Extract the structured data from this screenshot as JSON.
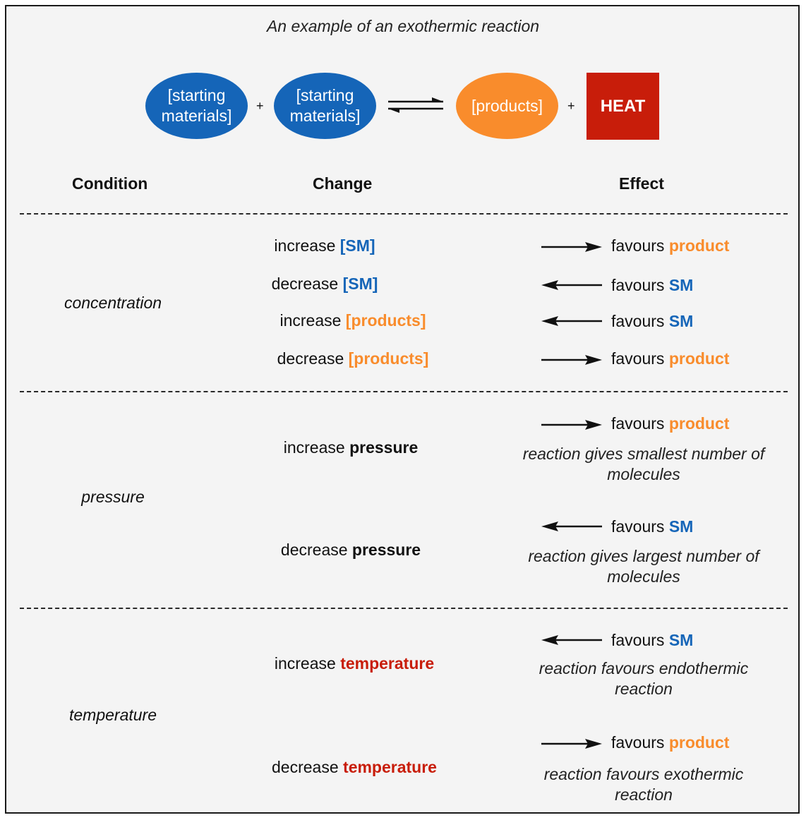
{
  "title": "An example of an exothermic reaction",
  "equation": {
    "reactant1": "[starting materials]",
    "reactant2": "[starting materials]",
    "plus": "+",
    "product": "[products]",
    "heat": "HEAT"
  },
  "headers": {
    "condition": "Condition",
    "change": "Change",
    "effect": "Effect"
  },
  "colors": {
    "sm": "#1565b8",
    "product": "#f98c2c",
    "heat": "#c81d0a",
    "background": "#f4f4f4"
  },
  "sections": [
    {
      "condition": "concentration",
      "rows": [
        {
          "verb": "increase",
          "target": "[SM]",
          "arrow": "right",
          "favours": "favours",
          "result": "product"
        },
        {
          "verb": "decrease",
          "target": "[SM]",
          "arrow": "left",
          "favours": "favours",
          "result": "SM"
        },
        {
          "verb": "increase",
          "target": "[products]",
          "arrow": "left",
          "favours": "favours",
          "result": "SM"
        },
        {
          "verb": "decrease",
          "target": "[products]",
          "arrow": "right",
          "favours": "favours",
          "result": "product"
        }
      ]
    },
    {
      "condition": "pressure",
      "rows": [
        {
          "verb": "increase",
          "target": "pressure",
          "arrow": "right",
          "favours": "favours",
          "result": "product",
          "note": "reaction gives smallest number of molecules"
        },
        {
          "verb": "decrease",
          "target": "pressure",
          "arrow": "left",
          "favours": "favours",
          "result": "SM",
          "note": "reaction gives largest number of molecules"
        }
      ]
    },
    {
      "condition": "temperature",
      "rows": [
        {
          "verb": "increase",
          "target": "temperature",
          "arrow": "left",
          "favours": "favours",
          "result": "SM",
          "note": "reaction favours endothermic reaction"
        },
        {
          "verb": "decrease",
          "target": "temperature",
          "arrow": "right",
          "favours": "favours",
          "result": "product",
          "note": "reaction favours exothermic reaction"
        }
      ]
    }
  ]
}
